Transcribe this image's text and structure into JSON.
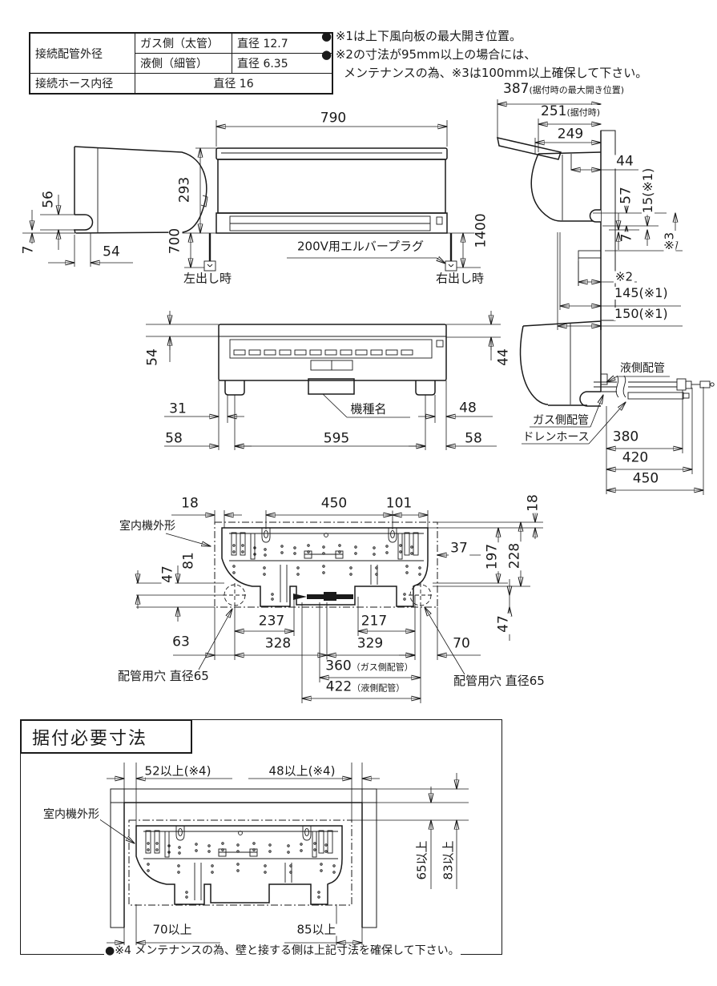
{
  "spec_table": {
    "pipe_od_label": "接続配管外径",
    "gas_label": "ガス側（太管）",
    "gas_value": "直径 12.7",
    "liquid_label": "液側（細管）",
    "liquid_value": "直径 6.35",
    "hose_id_label": "接続ホース内径",
    "hose_id_value": "直径 16"
  },
  "notes": {
    "n1": "● ※1は上下風向板の最大開き位置。",
    "n2": "● ※2の寸法が95mm以上の場合には、",
    "n3": "メンテナンスの為、※3は100mm以上確保して下さい。"
  },
  "left_side_view": {
    "d56": "56",
    "d7": "7",
    "d54": "54"
  },
  "front_view": {
    "width": "790",
    "height": "293",
    "cord_left": "700",
    "cord_right": "1400",
    "plug": "200V用エルバープラグ",
    "left_out": "左出し時",
    "right_out": "右出し時"
  },
  "wall_side_view": {
    "d387": "387",
    "d387_note": "(据付時の最大開き位置)",
    "d251": "251",
    "d251_note": "(据付時)",
    "d249": "249",
    "d44": "44",
    "d57": "57",
    "d15": "15(※1)",
    "d7": "7",
    "s3": "※3",
    "s2": "※2",
    "d145": "145(※1)",
    "d150": "150(※1)"
  },
  "bottom_view": {
    "d54": "54",
    "d44": "44",
    "d31": "31",
    "d48": "48",
    "d58_left": "58",
    "d595": "595",
    "d58_right": "58",
    "model": "機種名"
  },
  "pipe_side_view": {
    "liquid": "液側配管",
    "gas": "ガス側配管",
    "drain": "ドレンホース",
    "d380": "380",
    "d420": "420",
    "d450": "450"
  },
  "rear_view": {
    "d18_left": "18",
    "d450": "450",
    "d101": "101",
    "d18_right": "18",
    "outline": "室内機外形",
    "d37": "37",
    "d197": "197",
    "d228": "228",
    "d47_left": "47",
    "d81": "81",
    "d237": "237",
    "d217": "217",
    "d63": "63",
    "d328": "328",
    "d329": "329",
    "d70": "70",
    "d47_right": "47",
    "d360": "360",
    "d360_note": "（ガス側配管）",
    "d422": "422",
    "d422_note": "（液側配管）",
    "hole_left": "配管用穴 直径65",
    "hole_right": "配管用穴 直径65"
  },
  "install": {
    "title": "据付必要寸法",
    "d52": "52以上(※4)",
    "d48": "48以上(※4)",
    "outline": "室内機外形",
    "d65": "65以上",
    "d83": "83以上",
    "d70": "70以上",
    "d85": "85以上",
    "note": "●※4 メンテナンスの為、壁と接する側は上記寸法を確保して下さい。"
  }
}
